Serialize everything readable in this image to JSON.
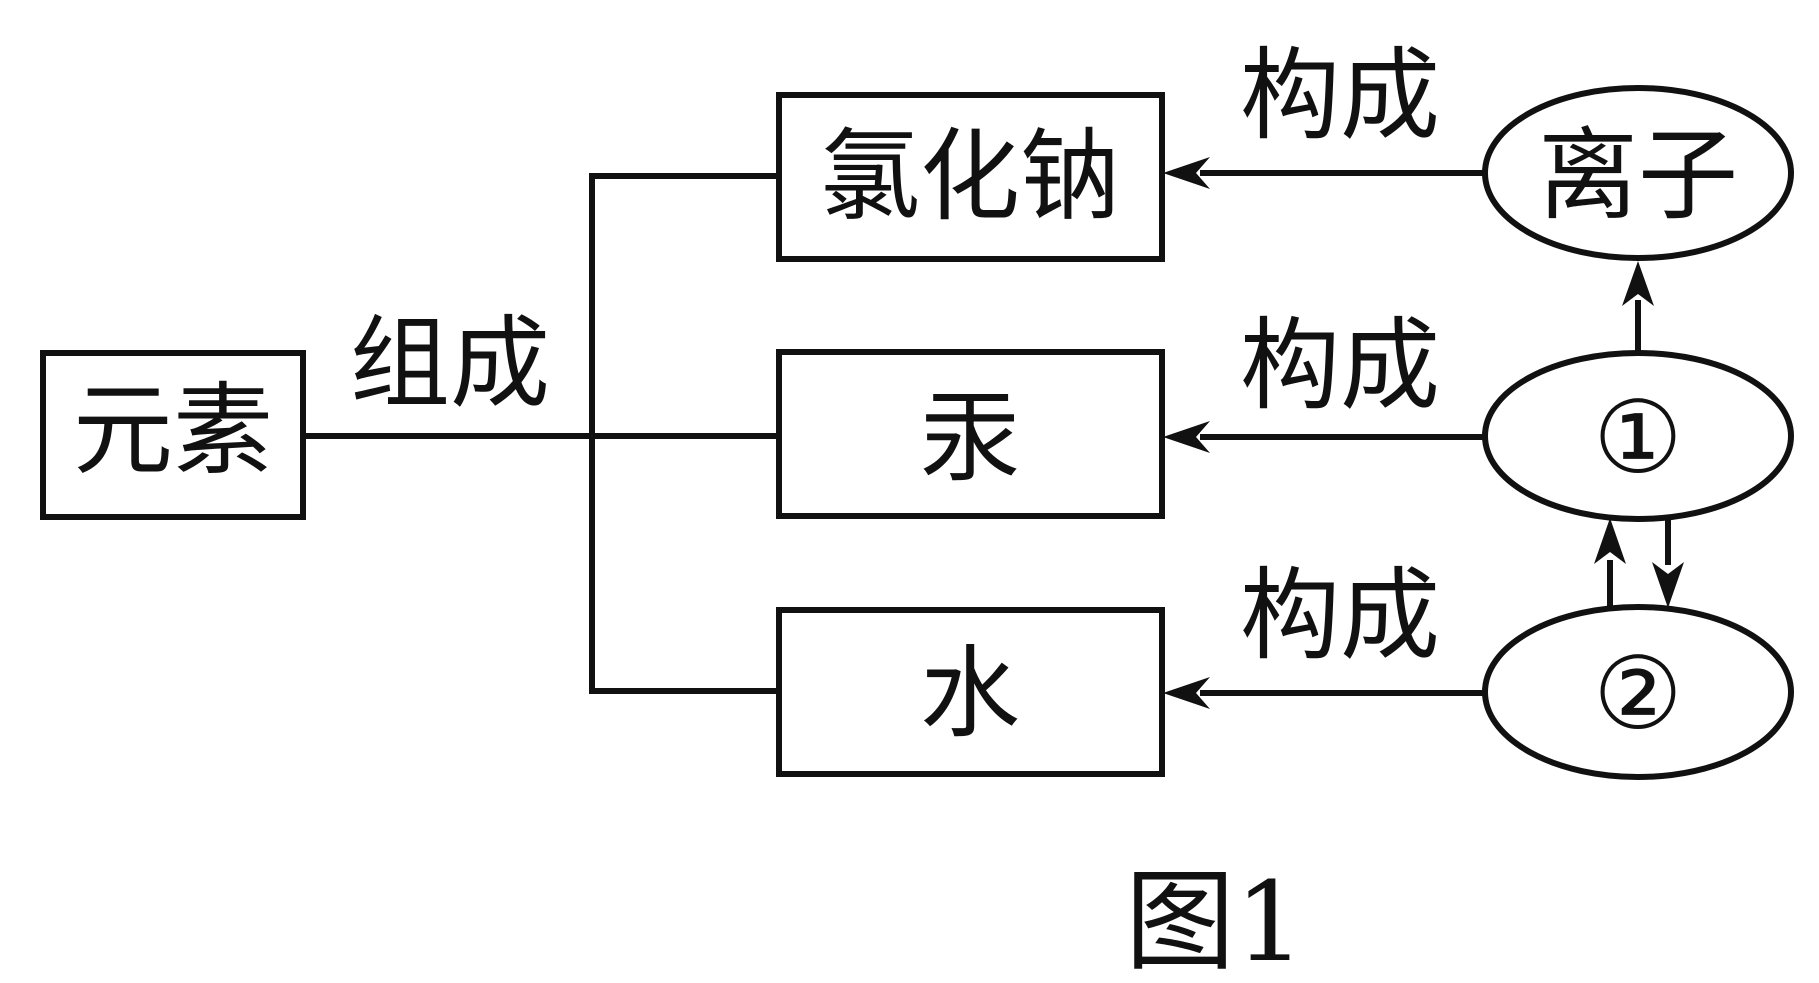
{
  "nodes": {
    "element": "元素",
    "sodium_chloride": "氯化钠",
    "mercury": "汞",
    "water": "水",
    "ion": "离子",
    "particle_1": "①",
    "particle_2": "②"
  },
  "edge_labels": {
    "compose": "组成",
    "constitute_top": "构成",
    "constitute_middle": "构成",
    "constitute_bottom": "构成"
  },
  "figure_caption": "图1"
}
